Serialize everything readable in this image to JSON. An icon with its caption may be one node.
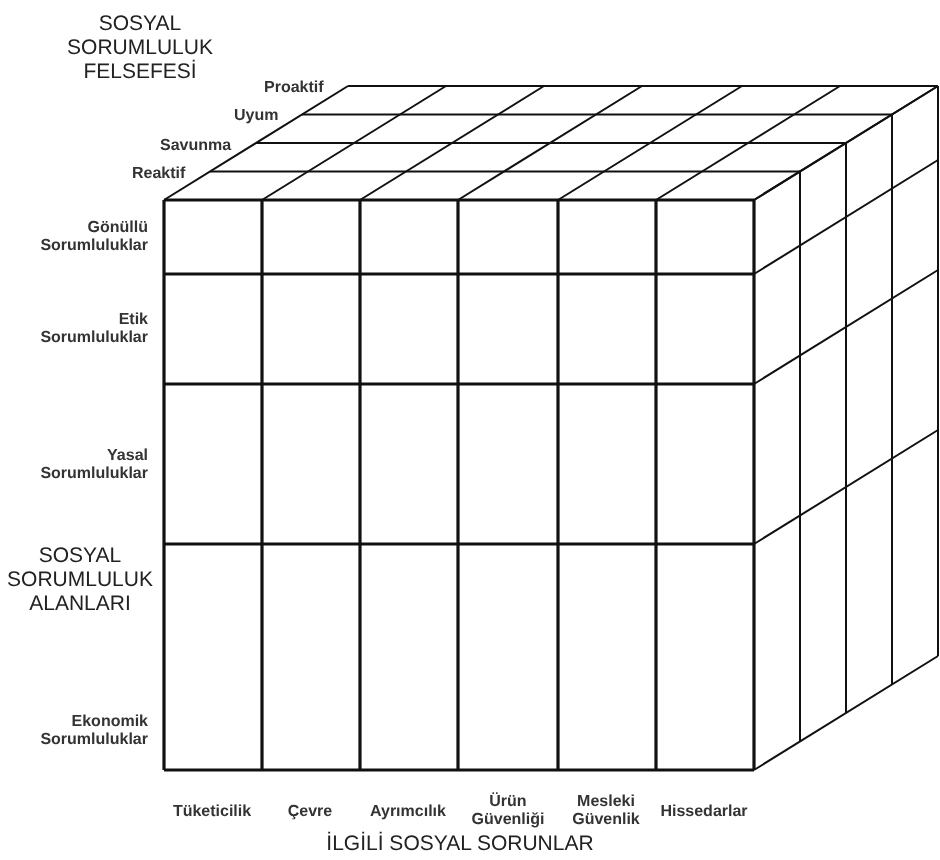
{
  "diagram": {
    "labels": [
      "SOSYAL SORUMLULUK FELSEFESİ",
      "Proaktif",
      "Uyum",
      "Savunma",
      "Reaktif",
      "Gönüllü Sorumluluklar",
      "Etik Sorumluluklar",
      "Yasal Sorumluluklar",
      "SOSYAL SORUMLULUK ALANLARI",
      "Ekonomik Sorumluluklar",
      "Tüketicilik",
      "Çevre",
      "Ayrımcılık",
      "Ürün Güvenliği",
      "Mesleki Güvenlik",
      "Hissedarlar",
      "İLGİLİ SOSYAL SORUNLAR"
    ]
  }
}
